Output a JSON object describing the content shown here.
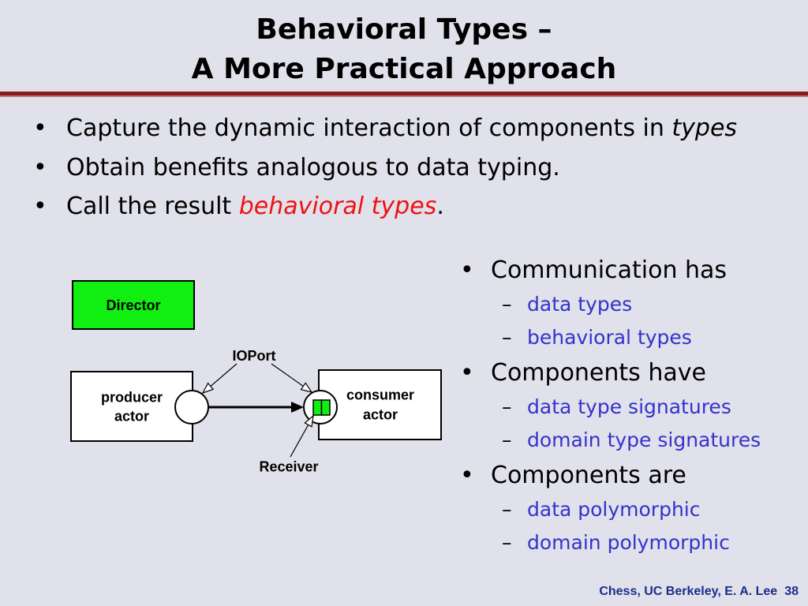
{
  "title": {
    "line1": "Behavioral Types –",
    "line2": "A More Practical Approach"
  },
  "markers": {
    "bullet": "•",
    "sub_bullet": "–"
  },
  "main_bullets": [
    {
      "text": "Capture the dynamic interaction of components in",
      "emphasis": "types"
    },
    {
      "text": "Obtain benefits analogous to data typing."
    },
    {
      "text": "Call the result",
      "emphasis": "behavioral types",
      "suffix": "."
    }
  ],
  "right_list": [
    {
      "label": "Communication has",
      "items": [
        "data types",
        "behavioral types"
      ]
    },
    {
      "label": "Components have",
      "items": [
        "data type signatures",
        "domain type signatures"
      ]
    },
    {
      "label": "Components are",
      "items": [
        "data polymorphic",
        "domain polymorphic"
      ]
    }
  ],
  "diagram": {
    "director_label": "Director",
    "ioport_label": "IOPort",
    "producer_label": [
      "producer",
      "actor"
    ],
    "consumer_label": [
      "consumer",
      "actor"
    ],
    "receiver_label": "Receiver"
  },
  "footer": {
    "credit": "Chess, UC Berkeley, E. A. Lee",
    "page_number": "38"
  },
  "colors": {
    "background": "#e0e1ea",
    "title_rule": "#8b1a1a",
    "sub_item_text": "#3333cc",
    "highlight_text": "#ee1111",
    "footer_text": "#1b2d8a",
    "component_green": "#11ee11"
  }
}
